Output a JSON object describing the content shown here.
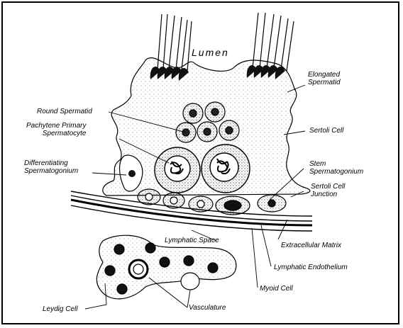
{
  "title": "Lumen",
  "labels": {
    "elongated_spermatid": "Elongated\nSpermatid",
    "round_spermatid": "Round Spermatid",
    "pachytene": "Pachytene Primary\nSpermatocyte",
    "sertoli_cell": "Sertoli Cell",
    "differentiating": "Differentiating\nSpermatogonium",
    "stem": "Stem\nSpermatogonium",
    "sertoli_junction": "Sertoli Cell\nJunction",
    "extracellular_matrix": "Extracellular Matrix",
    "lymphatic_space": "Lymphatic Space",
    "lymphatic_endothelium": "Lymphatic Endothelium",
    "myoid_cell": "Myoid Cell",
    "leydig_cell": "Leydig Cell",
    "vasculature": "Vasculature"
  }
}
